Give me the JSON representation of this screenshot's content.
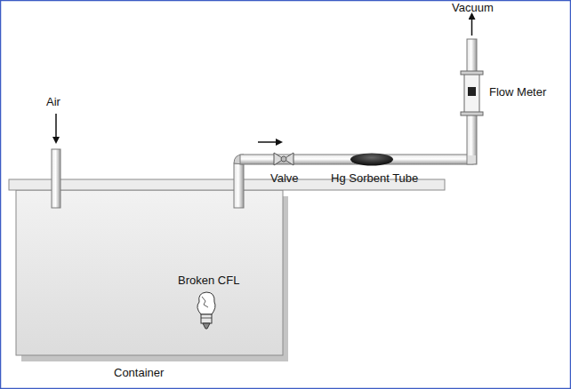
{
  "diagram": {
    "labels": [
      "Air",
      "Broken CFL",
      "Container",
      "Valve",
      "Hg Sorbent Tube",
      "Flow Meter",
      "Vacuum"
    ]
  }
}
